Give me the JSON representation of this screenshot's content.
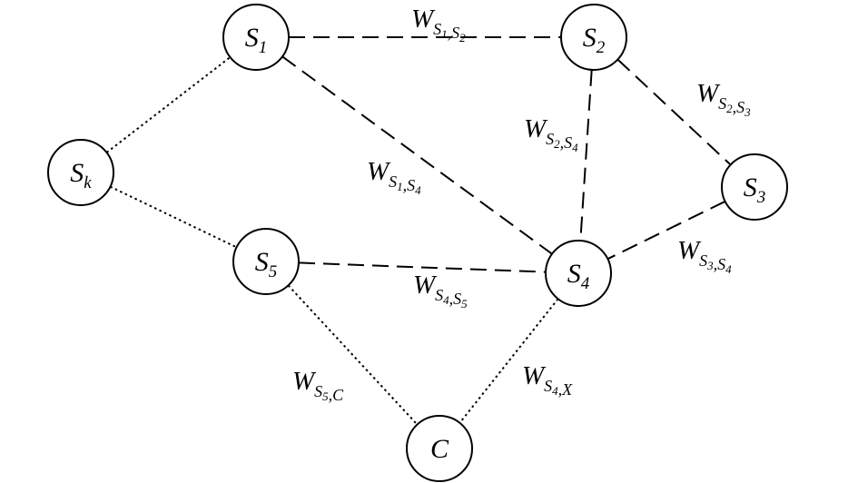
{
  "nodes": [
    {
      "id": "S1",
      "letter": "S",
      "sub": "1"
    },
    {
      "id": "S2",
      "letter": "S",
      "sub": "2"
    },
    {
      "id": "S3",
      "letter": "S",
      "sub": "3"
    },
    {
      "id": "S4",
      "letter": "S",
      "sub": "4"
    },
    {
      "id": "S5",
      "letter": "S",
      "sub": "5"
    },
    {
      "id": "Sk",
      "letter": "S",
      "sub": "k"
    },
    {
      "id": "C",
      "letter": "C",
      "sub": ""
    }
  ],
  "edges": [
    {
      "id": "S1-S2",
      "style": "dashed",
      "weight": {
        "letter": "W",
        "parts": [
          [
            "S",
            "1"
          ],
          [
            "S",
            "2"
          ]
        ]
      }
    },
    {
      "id": "S1-S4",
      "style": "dashed",
      "weight": {
        "letter": "W",
        "parts": [
          [
            "S",
            "1"
          ],
          [
            "S",
            "4"
          ]
        ]
      }
    },
    {
      "id": "S2-S4",
      "style": "dashed",
      "weight": {
        "letter": "W",
        "parts": [
          [
            "S",
            "2"
          ],
          [
            "S",
            "4"
          ]
        ]
      }
    },
    {
      "id": "S2-S3",
      "style": "dashed",
      "weight": {
        "letter": "W",
        "parts": [
          [
            "S",
            "2"
          ],
          [
            "S",
            "3"
          ]
        ]
      }
    },
    {
      "id": "S3-S4",
      "style": "dashed",
      "weight": {
        "letter": "W",
        "parts": [
          [
            "S",
            "3"
          ],
          [
            "S",
            "4"
          ]
        ]
      }
    },
    {
      "id": "S5-S4",
      "style": "dashed",
      "weight": {
        "letter": "W",
        "parts": [
          [
            "S",
            "4"
          ],
          [
            "S",
            "5"
          ]
        ]
      }
    },
    {
      "id": "S5-C",
      "style": "dotted",
      "weight": {
        "letter": "W",
        "parts": [
          [
            "S",
            "5"
          ],
          [
            "C",
            ""
          ]
        ]
      }
    },
    {
      "id": "S4-C",
      "style": "dotted",
      "weight": {
        "letter": "W",
        "parts": [
          [
            "S",
            "4"
          ],
          [
            "X",
            ""
          ]
        ]
      }
    },
    {
      "id": "Sk-S1",
      "style": "dotted",
      "weight": null
    },
    {
      "id": "Sk-S5",
      "style": "dotted",
      "weight": null
    }
  ]
}
